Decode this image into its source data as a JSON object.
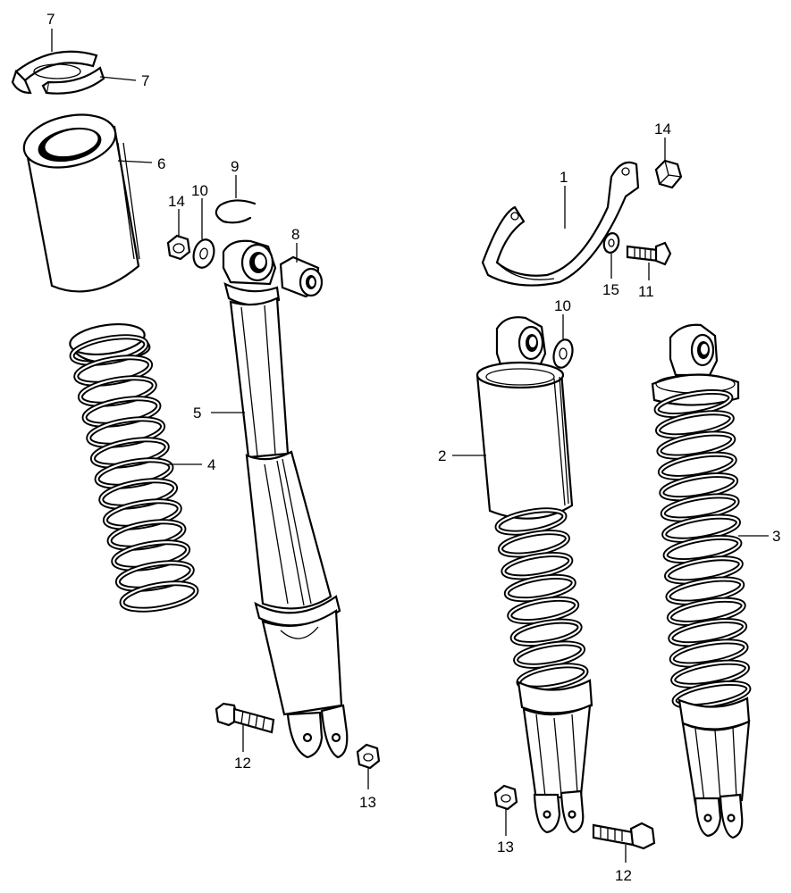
{
  "diagram": {
    "callouts": [
      {
        "id": "c7a",
        "text": "7"
      },
      {
        "id": "c7b",
        "text": "7"
      },
      {
        "id": "c6",
        "text": "6"
      },
      {
        "id": "c4",
        "text": "4"
      },
      {
        "id": "c14a",
        "text": "14"
      },
      {
        "id": "c10a",
        "text": "10"
      },
      {
        "id": "c9",
        "text": "9"
      },
      {
        "id": "c8",
        "text": "8"
      },
      {
        "id": "c5",
        "text": "5"
      },
      {
        "id": "c12a",
        "text": "12"
      },
      {
        "id": "c13a",
        "text": "13"
      },
      {
        "id": "c14b",
        "text": "14"
      },
      {
        "id": "c1",
        "text": "1"
      },
      {
        "id": "c15",
        "text": "15"
      },
      {
        "id": "c11",
        "text": "11"
      },
      {
        "id": "c10b",
        "text": "10"
      },
      {
        "id": "c2",
        "text": "2"
      },
      {
        "id": "c3",
        "text": "3"
      },
      {
        "id": "c13b",
        "text": "13"
      },
      {
        "id": "c12b",
        "text": "12"
      }
    ]
  }
}
